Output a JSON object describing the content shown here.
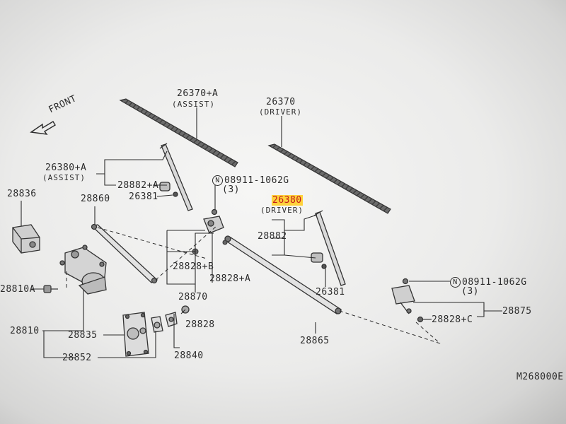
{
  "front_label": "FRONT",
  "diagram_code": "M268000E",
  "parts": {
    "p26370A": "26370+A",
    "p26370A_sub": "(ASSIST)",
    "p26370": "26370",
    "p26370_sub": "(DRIVER)",
    "p26380A": "26380+A",
    "p26380A_sub": "(ASSIST)",
    "p28882A": "28882+A",
    "p26381_left": "26381",
    "p08911_top": "08911-1062G",
    "p08911_top_qty": "(3)",
    "p26380": "26380",
    "p26380_sub": "(DRIVER)",
    "p28836": "28836",
    "p28860": "28860",
    "p28882": "28882",
    "p28828B": "28828+B",
    "p28828A": "28828+A",
    "p28870": "28870",
    "p28810A": "28810A",
    "p28810": "28810",
    "p28835": "28835",
    "p28828": "28828",
    "p28852": "28852",
    "p28840": "28840",
    "p26381_right": "26381",
    "p28865": "28865",
    "p08911_right": "08911-1062G",
    "p08911_right_qty": "(3)",
    "p28828C": "28828+C",
    "p28875": "28875",
    "n_symbol": "N"
  }
}
